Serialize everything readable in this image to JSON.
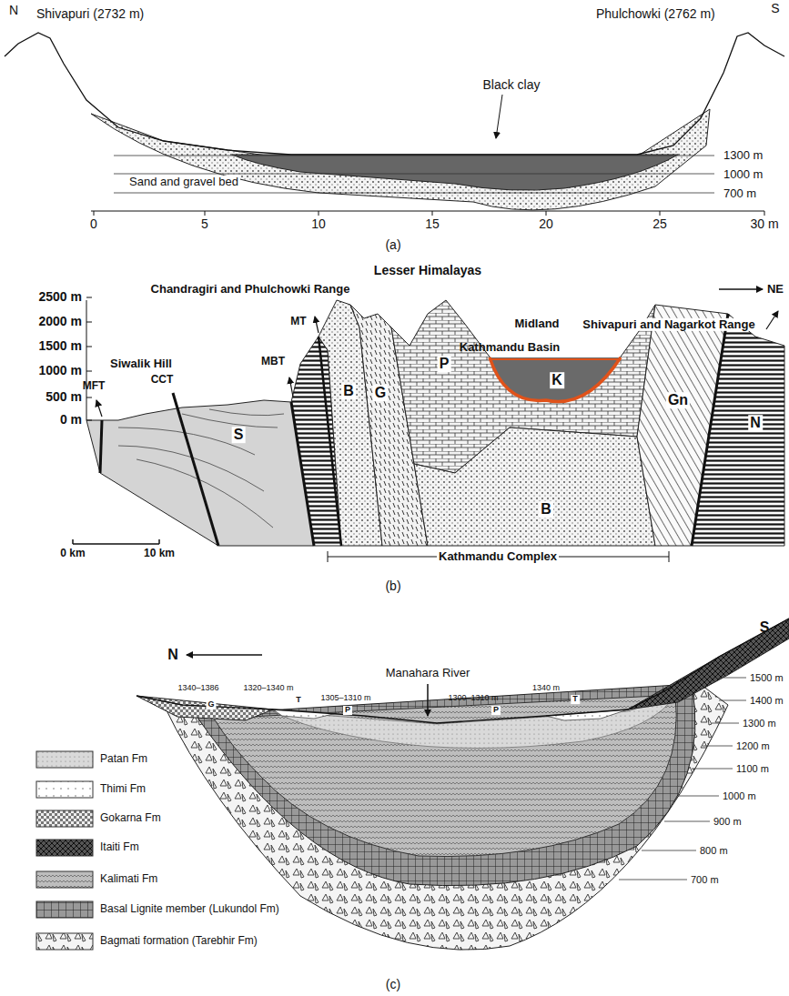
{
  "diagram": {
    "labels": [
      "N",
      "S",
      "Shivapuri (2732 m)",
      "Phulchowki (2762 m)",
      "Black clay",
      "1300 m",
      "1000 m",
      "Sand and gravel bed",
      "700 m",
      "0",
      "5",
      "10",
      "15",
      "20",
      "25",
      "30 m",
      "(a)",
      "2500 m",
      "2000 m",
      "1500 m",
      "1000 m",
      "500 m",
      "0 m",
      "Lesser Himalayas",
      "Chandragiri and Phulchowki Range",
      "Midland",
      "NE",
      "Shivapuri and Nagarkot Range",
      "Siwalik Hill",
      "MT",
      "MBT",
      "MFT",
      "CCT",
      "Kathmandu Basin",
      "K",
      "B",
      "G",
      "P",
      "Gn",
      "N",
      "S",
      "B",
      "0 km",
      "10 km",
      "Kathmandu Complex",
      "(b)",
      "S",
      "N",
      "1340–1386",
      "G",
      "1320–1340 m",
      "T",
      "1305–1310 m",
      "P",
      "Manahara River",
      "1300–1310 m",
      "P",
      "1340 m",
      "T",
      "1500 m",
      "1400 m",
      "1300 m",
      "1200 m",
      "1100 m",
      "1000 m",
      "900 m",
      "800 m",
      "700 m",
      "(c)"
    ],
    "legend": [
      {
        "text": "Patan Fm"
      },
      {
        "text": "Thimi Fm"
      },
      {
        "text": "Gokarna Fm"
      },
      {
        "text": "Itaiti Fm"
      },
      {
        "text": "Kalimati Fm"
      },
      {
        "text": "Basal Lignite member (Lukundol Fm)"
      },
      {
        "text": "Bagmati formation (Tarebhir Fm)"
      }
    ]
  }
}
